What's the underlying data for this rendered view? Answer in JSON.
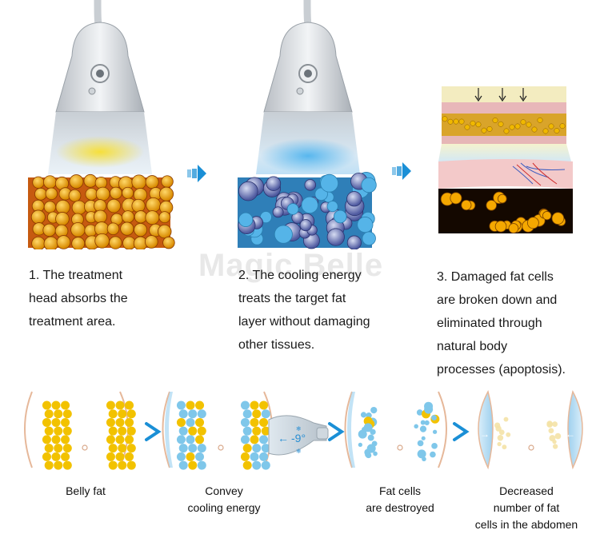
{
  "watermark": "Magic Belle",
  "steps": [
    {
      "text_lines": [
        "1. The treatment",
        "head absorbs the",
        "treatment area."
      ]
    },
    {
      "text_lines": [
        "2. The cooling energy",
        "treats the target fat",
        "layer without damaging",
        "other tissues."
      ]
    },
    {
      "text_lines": [
        "3. Damaged fat cells",
        "are broken down and",
        "eliminated through",
        "natural body",
        "processes (apoptosis)."
      ]
    }
  ],
  "bottom": {
    "device_temp": "-9°",
    "labels": [
      {
        "lines": [
          "Belly fat"
        ]
      },
      {
        "lines": [
          "Convey",
          "cooling energy"
        ]
      },
      {
        "lines": [
          "Fat cells",
          "are destroyed"
        ]
      },
      {
        "lines": [
          "Decreased",
          "number of fat",
          "cells in the abdomen"
        ]
      }
    ]
  },
  "colors": {
    "arrow": "#1a8fd6",
    "fat_yellow": "#f2c200",
    "fat_blue": "#7fc7ea",
    "skin_outline": "#e6b89a",
    "device_silver": "#d9dde1",
    "tissue_orange": "#e89a1a"
  }
}
